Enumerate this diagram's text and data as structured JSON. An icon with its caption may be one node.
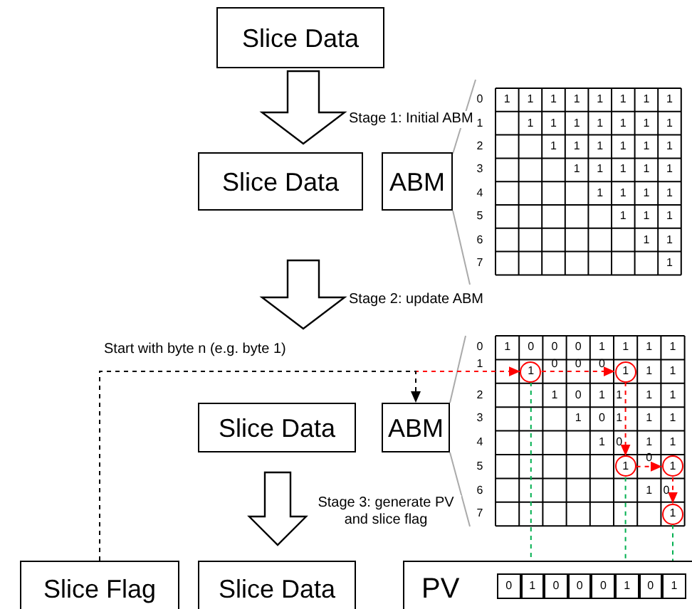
{
  "diagram": {
    "nodes": [
      {
        "text": [
          "Slice Data"
        ]
      },
      {
        "text": [
          "Slice Data"
        ]
      },
      {
        "text": [
          "ABM"
        ]
      },
      {
        "text": [
          "Slice Data"
        ]
      },
      {
        "text": [
          "ABM"
        ]
      },
      {
        "text": [
          "Slice Flag"
        ]
      },
      {
        "text": [
          "Slice Data"
        ]
      },
      {
        "text": [
          "PV"
        ]
      },
      {
        "text": [
          "1"
        ]
      },
      {
        "text": [
          "1"
        ]
      },
      {
        "text": [
          "1"
        ]
      },
      {
        "text": [
          "1"
        ]
      },
      {
        "text": [
          "1"
        ]
      },
      {
        "text": [
          "0"
        ],
        "in": 7
      },
      {
        "text": [
          "1"
        ],
        "in": 7
      },
      {
        "text": [
          "0"
        ],
        "in": 7
      },
      {
        "text": [
          "0"
        ],
        "in": 7
      },
      {
        "text": [
          "0"
        ],
        "in": 7
      },
      {
        "text": [
          "1"
        ],
        "in": 7
      },
      {
        "text": [
          "0"
        ],
        "in": 7
      },
      {
        "text": [
          "1"
        ],
        "in": 7
      }
    ],
    "edges": [
      {
        "from": 0,
        "to": 1,
        "arrow": "to",
        "style": "thick",
        "color": "#000000",
        "label": "Stage 1: Initial ABM"
      },
      {
        "from": 1,
        "to": 3,
        "arrow": "to",
        "style": "thick",
        "color": "#000000",
        "label": "Stage 2: update ABM"
      },
      {
        "from": 3,
        "to": 6,
        "arrow": "to",
        "style": "thick",
        "color": "#000000",
        "label": "Stage 3: generate PV and slice flag"
      },
      {
        "from": 5,
        "to": 4,
        "arrow": "to",
        "style": "dashed",
        "color": "#000000",
        "label": "Start with byte n (e.g. byte 1)"
      },
      {
        "from": 5,
        "to": 8,
        "arrow": "to",
        "style": "dashed",
        "color": "#ff0000"
      },
      {
        "from": 8,
        "to": 9,
        "arrow": "to",
        "style": "dashed",
        "color": "#ff0000"
      },
      {
        "from": 9,
        "to": 10,
        "arrow": "to",
        "style": "dashed",
        "color": "#ff0000"
      },
      {
        "from": 10,
        "to": 11,
        "arrow": "to",
        "style": "dashed",
        "color": "#ff0000"
      },
      {
        "from": 11,
        "to": 12,
        "arrow": "to",
        "style": "dashed",
        "color": "#ff0000"
      },
      {
        "from": 8,
        "to": 14,
        "arrow": "to",
        "style": "dashed",
        "color": "#00b050"
      },
      {
        "from": 10,
        "to": 18,
        "arrow": "to",
        "style": "dashed",
        "color": "#00b050"
      },
      {
        "from": 12,
        "to": 20,
        "arrow": "to",
        "style": "dashed",
        "color": "#00b050"
      }
    ],
    "labels": [
      "0",
      "1",
      "1",
      "1",
      "1",
      "1",
      "1",
      "1",
      "1",
      "1",
      "1",
      "1",
      "1",
      "1",
      "1",
      "1",
      "1",
      "2",
      "1",
      "1",
      "1",
      "1",
      "1",
      "1",
      "3",
      "1",
      "1",
      "1",
      "1",
      "1",
      "4",
      "1",
      "1",
      "1",
      "1",
      "5",
      "1",
      "1",
      "1",
      "6",
      "1",
      "1",
      "7",
      "1",
      "0",
      "1",
      "0",
      "0",
      "0",
      "1",
      "1",
      "1",
      "1",
      "1",
      "0",
      "0",
      "0",
      "1",
      "1",
      "2",
      "1",
      "0",
      "1",
      "1",
      "1",
      "1",
      "3",
      "1",
      "0",
      "1",
      "1",
      "1",
      "4",
      "1",
      "0",
      "1",
      "1",
      "5",
      "0",
      "6",
      "1",
      "0",
      "7"
    ]
  }
}
